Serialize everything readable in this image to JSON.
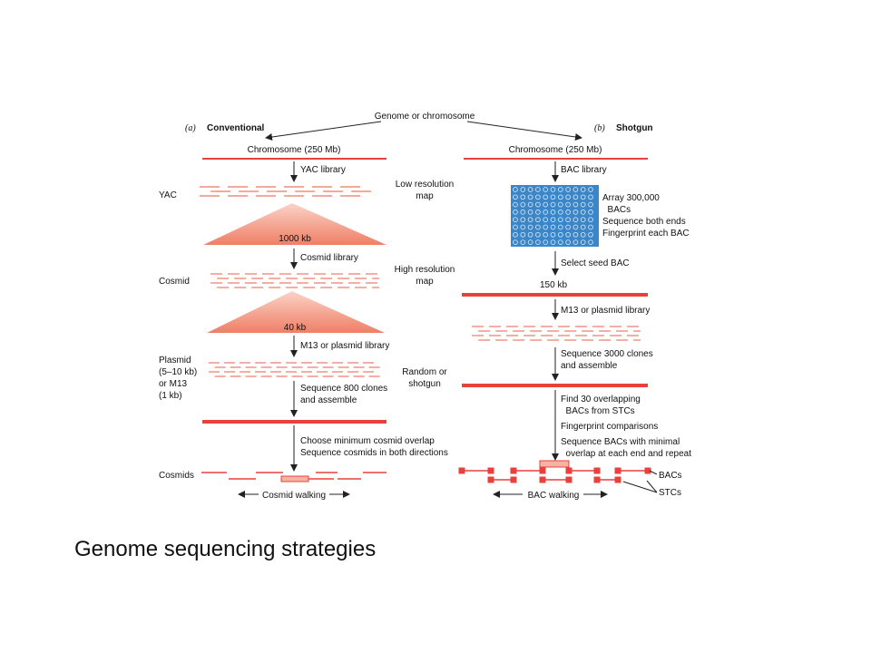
{
  "root_label": "Genome or chromosome",
  "caption": "Genome sequencing strategies",
  "colors": {
    "red": "#e8413c",
    "salmon": "#f08d7a",
    "blue": "#3a86c8",
    "pink": "#f6b2a2"
  },
  "conventional": {
    "letter": "(a)",
    "title": "Conventional",
    "chromosome": "Chromosome (250 Mb)",
    "steps": [
      "YAC library",
      "Cosmid library",
      "M13 or plasmid library"
    ],
    "sequence_step": [
      "Sequence 800 clones",
      "and assemble"
    ],
    "final_step": [
      "Choose minimum cosmid overlap",
      "Sequence cosmids in both directions"
    ],
    "side_labels": {
      "yac": "YAC",
      "cosmid": "Cosmid",
      "plasmid": [
        "Plasmid",
        "(5–10 kb)",
        "or M13",
        "(1 kb)"
      ],
      "cosmids": "Cosmids"
    },
    "wedge_labels": [
      "1000 kb",
      "40 kb"
    ],
    "map_labels": {
      "low": [
        "Low resolution",
        "map"
      ],
      "high": [
        "High resolution",
        "map"
      ],
      "random": [
        "Random or",
        "shotgun"
      ]
    },
    "walking": "Cosmid walking"
  },
  "shotgun": {
    "letter": "(b)",
    "title": "Shotgun",
    "chromosome": "Chromosome (250 Mb)",
    "bac_library": "BAC library",
    "array_text": [
      "Array 300,000",
      "  BACs",
      "Sequence both ends",
      "Fingerprint each BAC"
    ],
    "seed": "Select seed BAC",
    "seed_size": "150 kb",
    "m13": "M13 or plasmid library",
    "sequence_step": [
      "Sequence 3000 clones",
      "and assemble"
    ],
    "overlap_steps": [
      "Find 30 overlapping",
      "  BACs from STCs",
      "Fingerprint comparisons",
      "Sequence BACs with minimal",
      "  overlap at each end and repeat"
    ],
    "legend": [
      "BACs",
      "STCs"
    ],
    "walking": "BAC walking"
  }
}
